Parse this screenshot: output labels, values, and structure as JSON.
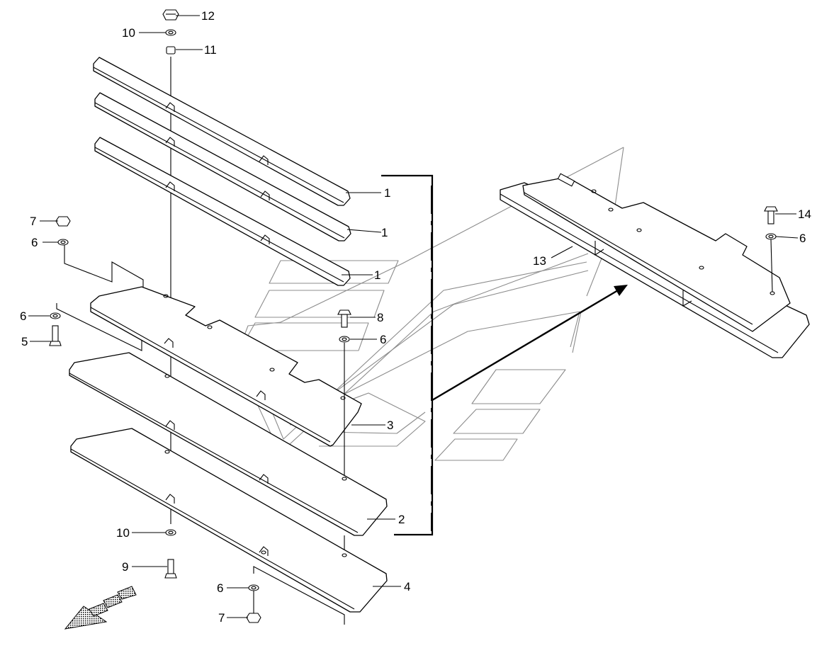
{
  "callouts": {
    "c12": "12",
    "c10a": "10",
    "c11": "11",
    "c1a": "1",
    "c1b": "1",
    "c1c": "1",
    "c7a": "7",
    "c6a": "6",
    "c6b": "6",
    "c5": "5",
    "c8": "8",
    "c6c": "6",
    "c3": "3",
    "c2": "2",
    "c10b": "10",
    "c9": "9",
    "c6d": "6",
    "c7b": "7",
    "c4": "4",
    "c13": "13",
    "c14": "14",
    "c6e": "6"
  },
  "icons": {
    "direction": "forward-direction-arrow-icon"
  }
}
